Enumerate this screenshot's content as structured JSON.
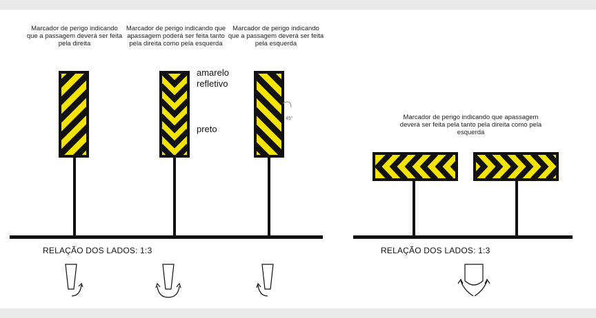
{
  "captions": {
    "right_passage": "Marcador de perigo indicando que a passagem deverá ser feita pela direita",
    "both_sides": "Marcador de perigo indicando que apassagem poderá ser feita tanto pela direita como pela esquerda",
    "left_passage": "Marcador de perigo indicando que a passagem deverá ser feita pela esquerda",
    "horizontal_both": "Marcador de perigo indicando que apassagem deverá ser feita pela tanto pela direita como pela esquerda"
  },
  "labels": {
    "yellow": "amarelo",
    "reflective": "refletivo",
    "black": "preto",
    "angle": "45°"
  },
  "ratio_left": "RELAÇÃO DOS LADOS: 1:3",
  "ratio_right": "RELAÇÃO DOS LADOS: 1:3",
  "colors": {
    "yellow": "#f5e400",
    "black": "#111111"
  }
}
